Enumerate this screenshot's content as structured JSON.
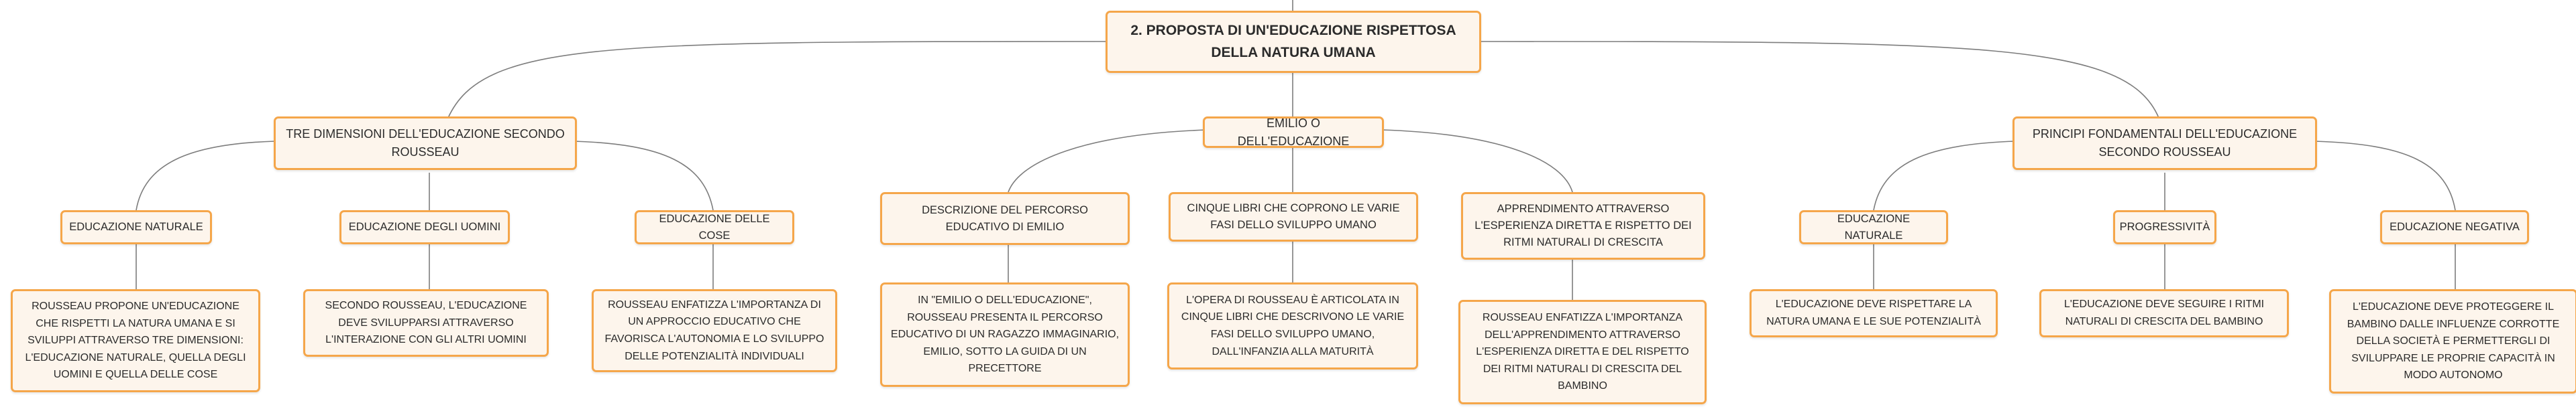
{
  "root": "2. PROPOSTA DI UN'EDUCAZIONE RISPETTOSA DELLA NATURA UMANA",
  "branches": [
    {
      "label": "TRE DIMENSIONI DELL'EDUCAZIONE SECONDO ROUSSEAU",
      "children": [
        {
          "label": "EDUCAZIONE NATURALE",
          "detail": "ROUSSEAU PROPONE UN'EDUCAZIONE CHE RISPETTI LA NATURA UMANA E SI SVILUPPI ATTRAVERSO TRE DIMENSIONI: L'EDUCAZIONE NATURALE, QUELLA DEGLI UOMINI E QUELLA DELLE COSE"
        },
        {
          "label": "EDUCAZIONE DEGLI UOMINI",
          "detail": "SECONDO ROUSSEAU, L'EDUCAZIONE DEVE SVILUPPARSI ATTRAVERSO L'INTERAZIONE CON GLI ALTRI UOMINI"
        },
        {
          "label": "EDUCAZIONE DELLE COSE",
          "detail": "ROUSSEAU ENFATIZZA L'IMPORTANZA DI UN APPROCCIO EDUCATIVO CHE FAVORISCA L'AUTONOMIA E LO SVILUPPO DELLE POTENZIALITÀ INDIVIDUALI"
        }
      ]
    },
    {
      "label": "EMILIO O DELL'EDUCAZIONE",
      "children": [
        {
          "label": "DESCRIZIONE DEL PERCORSO EDUCATIVO DI EMILIO",
          "detail": "IN \"EMILIO O DELL'EDUCAZIONE\", ROUSSEAU PRESENTA IL PERCORSO EDUCATIVO DI UN RAGAZZO IMMAGINARIO, EMILIO, SOTTO LA GUIDA DI UN PRECETTORE"
        },
        {
          "label": "CINQUE LIBRI CHE COPRONO LE VARIE FASI DELLO SVILUPPO UMANO",
          "detail": "L'OPERA DI ROUSSEAU È ARTICOLATA IN CINQUE LIBRI CHE DESCRIVONO LE VARIE FASI DELLO SVILUPPO UMANO, DALL'INFANZIA ALLA MATURITÀ"
        },
        {
          "label": "APPRENDIMENTO ATTRAVERSO L'ESPERIENZA DIRETTA E RISPETTO DEI RITMI NATURALI DI CRESCITA",
          "detail": "ROUSSEAU ENFATIZZA L'IMPORTANZA DELL'APPRENDIMENTO ATTRAVERSO L'ESPERIENZA DIRETTA E DEL RISPETTO DEI RITMI NATURALI DI CRESCITA DEL BAMBINO"
        }
      ]
    },
    {
      "label": "PRINCIPI FONDAMENTALI DELL'EDUCAZIONE SECONDO ROUSSEAU",
      "children": [
        {
          "label": "EDUCAZIONE NATURALE",
          "detail": "L'EDUCAZIONE DEVE RISPETTARE LA NATURA UMANA E LE SUE POTENZIALITÀ"
        },
        {
          "label": "PROGRESSIVITÀ",
          "detail": "L'EDUCAZIONE DEVE SEGUIRE I RITMI NATURALI DI CRESCITA DEL BAMBINO"
        },
        {
          "label": "EDUCAZIONE NEGATIVA",
          "detail": "L'EDUCAZIONE DEVE PROTEGGERE IL BAMBINO DALLE INFLUENZE CORROTTE DELLA SOCIETÀ E PERMETTERGLI DI SVILUPPARE LE PROPRIE CAPACITÀ IN MODO AUTONOMO"
        }
      ]
    }
  ]
}
